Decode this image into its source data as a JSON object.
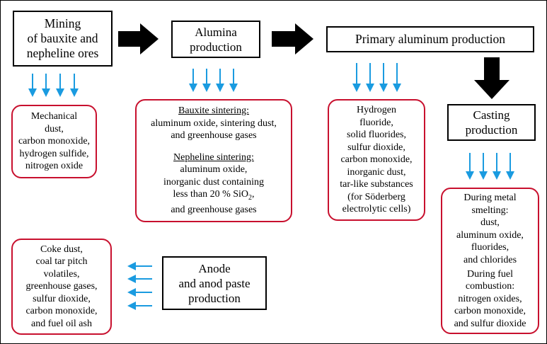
{
  "colors": {
    "box_border": "#000000",
    "emission_border": "#c8102e",
    "emission_arrow": "#1a9be0",
    "flow_arrow": "#000000"
  },
  "processes": {
    "mining": [
      "Mining",
      "of bauxite and",
      "nepheline ores"
    ],
    "alumina": [
      "Alumina",
      "production"
    ],
    "primary": [
      "Primary aluminum production"
    ],
    "casting": [
      "Casting",
      "production"
    ],
    "anode": [
      "Anode",
      "and anod paste",
      "production"
    ]
  },
  "emissions": {
    "mining": [
      "Mechanical",
      "dust,",
      "carbon monoxide,",
      "hydrogen sulfide,",
      "nitrogen oxide"
    ],
    "alumina": {
      "bauxite_heading": "Bauxite sintering:",
      "bauxite_lines": [
        "aluminum oxide, sintering dust,",
        "and greenhouse gases"
      ],
      "nepheline_heading": "Nepheline sintering:",
      "nepheline_lines": [
        "aluminum oxide,",
        "inorganic dust containing"
      ],
      "sio2_prefix": "less than 20 % SiO",
      "sio2_subscript": "2",
      "sio2_suffix": ",",
      "nepheline_last": "and greenhouse gases"
    },
    "primary": [
      "Hydrogen",
      "fluoride,",
      "solid fluorides,",
      "sulfur dioxide,",
      "carbon monoxide,",
      "inorganic dust,",
      "tar-like substances",
      "(for Söderberg",
      "electrolytic cells)"
    ],
    "casting": {
      "smelting_lines": [
        "During metal",
        "smelting:",
        "dust,",
        "aluminum oxide,",
        "fluorides,",
        "and chlorides"
      ],
      "fuel_lines": [
        "During fuel",
        "combustion:",
        "nitrogen oxides,",
        "carbon monoxide,",
        "and sulfur dioxide"
      ]
    },
    "anode": [
      "Coke dust,",
      "coal tar pitch",
      "volatiles,",
      "greenhouse gases,",
      "sulfur dioxide,",
      "carbon monoxide,",
      "and fuel oil ash"
    ]
  }
}
